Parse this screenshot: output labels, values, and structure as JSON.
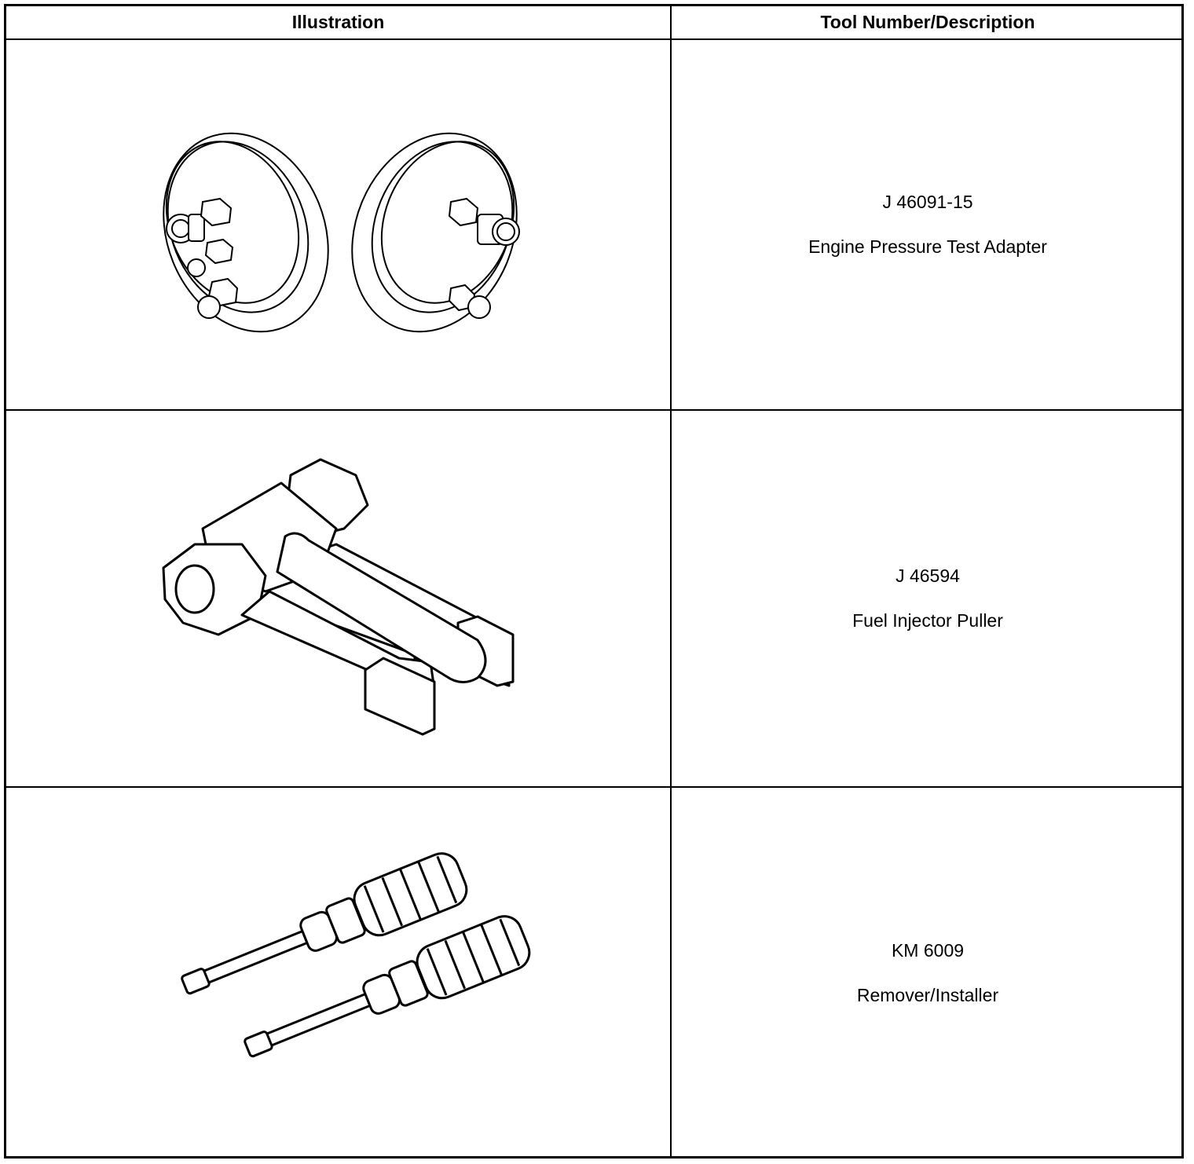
{
  "table": {
    "header": {
      "illustration": "Illustration",
      "tool": "Tool Number/Description"
    },
    "rows": [
      {
        "number": "J 46091-15",
        "description": "Engine Pressure Test Adapter",
        "illustration_icon": "pressure-test-adapter-icon"
      },
      {
        "number": "J 46594",
        "description": "Fuel Injector Puller",
        "illustration_icon": "fuel-injector-puller-icon"
      },
      {
        "number": "KM 6009",
        "description": "Remover/Installer",
        "illustration_icon": "remover-installer-icon"
      }
    ]
  }
}
